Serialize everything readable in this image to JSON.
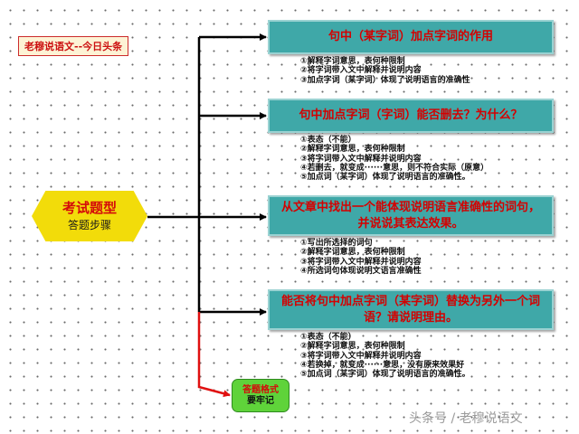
{
  "author_label": "老穆说语文--今日头条",
  "center_node": {
    "title": "考试题型",
    "subtitle": "答题步骤"
  },
  "questions": [
    {
      "title": "句中（某字词）加点字词的作用",
      "steps": [
        "①解释字词意思，表何种限制",
        "②将字词带入文中解释并说明内容",
        "③加点字词（某字词）体现了说明语言的准确性"
      ]
    },
    {
      "title": "句中加点字词（字词）能否删去？为什么？",
      "steps": [
        "①表态（不能）",
        "②解释字词意思，表何种限制",
        "③将字词带入文中解释并说明内容",
        "④若删去，就变成······意思，则不符合实际（原意）",
        "⑤加点词（某字词）体现了说明语言的准确性。"
      ]
    },
    {
      "title": "从文章中找出一个能体现说明语言准确性的词句，并说说其表达效果。",
      "steps": [
        "①写出所选择的词句",
        "②解释字词意思，表何种限制",
        "③将字词带入文中解释并说明内容",
        "④所选词句体现说明文语言准确性"
      ]
    },
    {
      "title": "能否将句中加点字词（某字词）替换为另外一个词语？请说明理由。",
      "steps": [
        "①表态（不能）",
        "②解释字词意思，表何种限制",
        "③将字词带入文中解释并说明内容",
        "④若换掉，就变成······意思，没有原来效果好",
        "⑤加点词（某字词）体现了说明语言的准确性。"
      ]
    }
  ],
  "memo_node": {
    "line1": "答题格式",
    "line2": "要牢记"
  },
  "watermark": "头条号 / 老穆说语文",
  "colors": {
    "question_fill": "#3fa8a8",
    "title_red": "#d40a0a",
    "hexagon_fill": "#f2dc0a",
    "memo_fill": "#5fd33a",
    "accent_arrow": "#e01010"
  }
}
